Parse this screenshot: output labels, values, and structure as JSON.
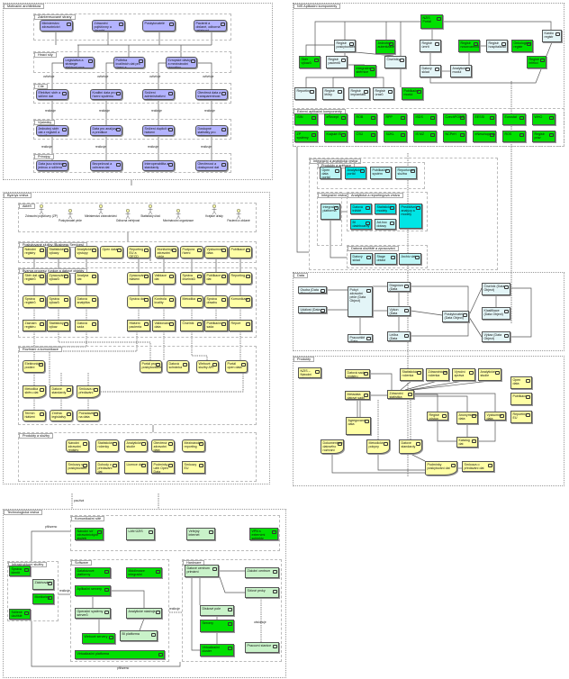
{
  "panels": {
    "motivation": "Motivační architektura",
    "business": "Byznys vrstva",
    "technology": "Technologická vrstva",
    "apps": "NIS Aplikační komponenty",
    "external": "Externí aplikační komponenty",
    "integration": "Integrační a analytická vrstva",
    "data": "Data",
    "products": "Produkty"
  },
  "motivation": {
    "groups": [
      "Zainteresované strany",
      "Hnací síly",
      "Cíle",
      "Výsledky",
      "Principy"
    ],
    "stakeholders": [
      "Ministerstvo zdravotnictví",
      "Zdravotní pojišťovny a úhradci",
      "Poskytovatelé",
      "Pacienti a občané, odborná veřejnost"
    ],
    "drivers": [
      "Legislativa a strategie elektronizace zdravotnictví",
      "Potřeba kvalitních dat pro řízení a plánování",
      "Evropské dávky a mezinárodní reporting"
    ],
    "goals": [
      "Efektivní sběr a sdílení dat",
      "Kvalitní data pro řízení systému",
      "Snížení administrativní zátěže",
      "Otevřená data a transparentnost"
    ],
    "outcomes": [
      "Jednotný sběr dat z registrů a zdrojů",
      "Data pro analýzy a predikce",
      "Snížení duplicit v hlášení",
      "Dostupné statistiky pro veřejnost"
    ],
    "principles": [
      "Data jsou sbírána jednou a sdílena",
      "Bezpečnost a ochrana dat",
      "Interoperabilita a standardy",
      "Otevřenost a dostupnost dat"
    ],
    "edge_labels": [
      "ovlivňuje",
      "ovlivňuje",
      "ovlivňuje",
      "ovlivňuje",
      "realizuje",
      "realizuje",
      "realizuje",
      "realizuje",
      "realizuje",
      "realizuje",
      "realizuje",
      "realizuje"
    ]
  },
  "business": {
    "groups": [
      "Aktéři",
      "Poskytované služby (Business Services)",
      "Byznys procesy, funkce a datové objekty",
      "Rozhraní a komunikace",
      "Produkty a služby"
    ],
    "actors": [
      "Zdravotní pojišťovny (ZP)",
      "Poskytovatel péče",
      "Ministerstvo zdravotnictví",
      "Odborná veřejnost",
      "Statistický úřad",
      "Mezinárodní organizace",
      "Krajské úřady",
      "Pacienti a občané"
    ],
    "services": [
      "Národní registry",
      "Statistické výkazy",
      "Analytické výstupy",
      "Open data",
      "Reporting EU a OECD",
      "Monitoring zdravotní péče",
      "Podpora řízení",
      "Výzkumná data",
      "Publikace"
    ],
    "processes": [
      "Sběr dat z registrů",
      "Zpracování výkazů",
      "Analýza dat",
      "Zpracování hlášení",
      "Validace dat",
      "Správa číselníků",
      "Publikace dat",
      "Reporting"
    ],
    "functions": [
      "Správa registrů",
      "Správa výkazů",
      "Datová analytika",
      "Správa dat",
      "Kontrola kvality",
      "Metodika",
      "Správa obsahu",
      "Komunikace"
    ],
    "objects": [
      "Záznam registru",
      "Statistický výkaz",
      "Datová sada",
      "Hlášení pacienta",
      "Validovaná data",
      "Číselník",
      "Publikační sada",
      "Report"
    ],
    "interfaces": [
      "Elektronické podání",
      "Portál pro poskytovatele",
      "Datová schránka",
      "Webové služby API",
      "Portál open data"
    ],
    "documents": [
      "Metodika sběru dat",
      "Datové standardy",
      "Smlouva o předávání"
    ],
    "events": [
      "Termín hlášení",
      "Změna legislativy",
      "Požadavek na data"
    ],
    "products": [
      "Národní zdravotní registry",
      "Statistické ročenky",
      "Analytické studie",
      "Otevřená zdravotní data",
      "Mezinárodní reporting"
    ],
    "contracts": [
      "Smlouvy s poskytovateli",
      "Dohody o předávání dat",
      "Licence dat",
      "Podmínky užití Open Data",
      "Smlouvy EU"
    ]
  },
  "technology": {
    "groups": [
      "Komunikační sítě",
      "Infrastrukturní služby",
      "Software",
      "Hardware"
    ],
    "networks": [
      "Národní síť zdravotnických služeb",
      "LAN ÚZIS",
      "Veřejný internet",
      "VPN s externími subjekty"
    ],
    "infra": [
      "Správa identit",
      "Zálohování",
      "Monitoring",
      "Sdílené úložiště"
    ],
    "software": [
      "Databázové platformy",
      "Middleware integrační",
      "Aplikační servery",
      "Operační systémy serverů",
      "Analytické nástroje",
      "Webové servery",
      "BI platforma",
      "Virtualizační platforma"
    ],
    "hardware": [
      "Datové centrum primární",
      "Záložní centrum",
      "Síťové prvky",
      "Diskové pole",
      "Servery",
      "Virtualizační cluster",
      "Pracovní stanice"
    ],
    "edge_labels": [
      "přiřazeno",
      "realizuje",
      "realizuje",
      "používá",
      "obsluhuje",
      "přiřazeno"
    ]
  },
  "apps": {
    "components": [
      "NZIS Portál",
      "Registr poskytovatelů",
      "Jednotná autentizace",
      "Sběr výkazů",
      "Registr pacientů",
      "Číselníky",
      "Integrační sběrnice",
      "Registr úmrtí",
      "Registr novorozenců",
      "Registr hospitalizací",
      "Onkologický registr",
      "Kardio registr",
      "Registr infekcí",
      "Datový sklad",
      "Analytický modul",
      "Reporting",
      "Registr léčby",
      "Registr implantátů",
      "Registr úrazů",
      "Publikační modul"
    ],
    "external": [
      "ISIN",
      "eRecept",
      "ROB",
      "RPP",
      "ISDS",
      "CzechPOINT",
      "EESSI",
      "Eurostat",
      "WHO",
      "ZP systémy",
      "Krajské IS",
      "ČSÚ",
      "SÚKL",
      "IS MZ",
      "NCPeH",
      "eNeschopenka",
      "ROS",
      "Registr práv"
    ]
  },
  "integration": {
    "groups": [
      "Produkty a aplikace",
      "Integrační vrstva",
      "Analytická a reportingová vrstva",
      "Datová úložiště a zpracování"
    ],
    "products": [
      "Open data portál",
      "Analytický portál",
      "Publikační systém",
      "Reportovací služba"
    ],
    "integration": [
      "Integrační platforma"
    ],
    "analytics": [
      "Datová tržiště",
      "Statistické modely",
      "Prediktivní analýzy a modely",
      "BI dashboardy",
      "Ad-hoc dotazy"
    ],
    "storage": [
      "Datový sklad",
      "Stage oblast",
      "Archiv dat"
    ]
  },
  "data": {
    "objects": [
      "Osoba (Data Object)",
      "Událost (Data Object)",
      "Pobyt zdravotní péče (Data Object)",
      "Pracoviště (Data Object)",
      "Diagnóza (Data Object)",
      "Výkon (Data Object)",
      "Léčba (Data Object)",
      "Poskytovatel (Data Object)",
      "Číselník (Data Object)",
      "Klasifikace (Data Object)",
      "Výkaz (Data Object)"
    ]
  },
  "products": {
    "items": [
      "NZIS – Národní zdravotní informační systém",
      "Datová sada registru",
      "Metadata datové sady",
      "Agregovaná data",
      "Statistická ročenka",
      "Zdravotnická ročenka",
      "Výroční zpráva",
      "Analytické studie",
      "Open data",
      "Publikace",
      "Reporting EU",
      "Zdravotní statistika",
      "Registr výstup",
      "Anonymizovaná data",
      "Výzkumná data",
      "Katalog dat",
      "Dokumentace datového rozhraní",
      "Metodické pokyny",
      "Datové standardy",
      "Podmínky poskytování dat",
      "Smlouva o předávání dat"
    ]
  }
}
